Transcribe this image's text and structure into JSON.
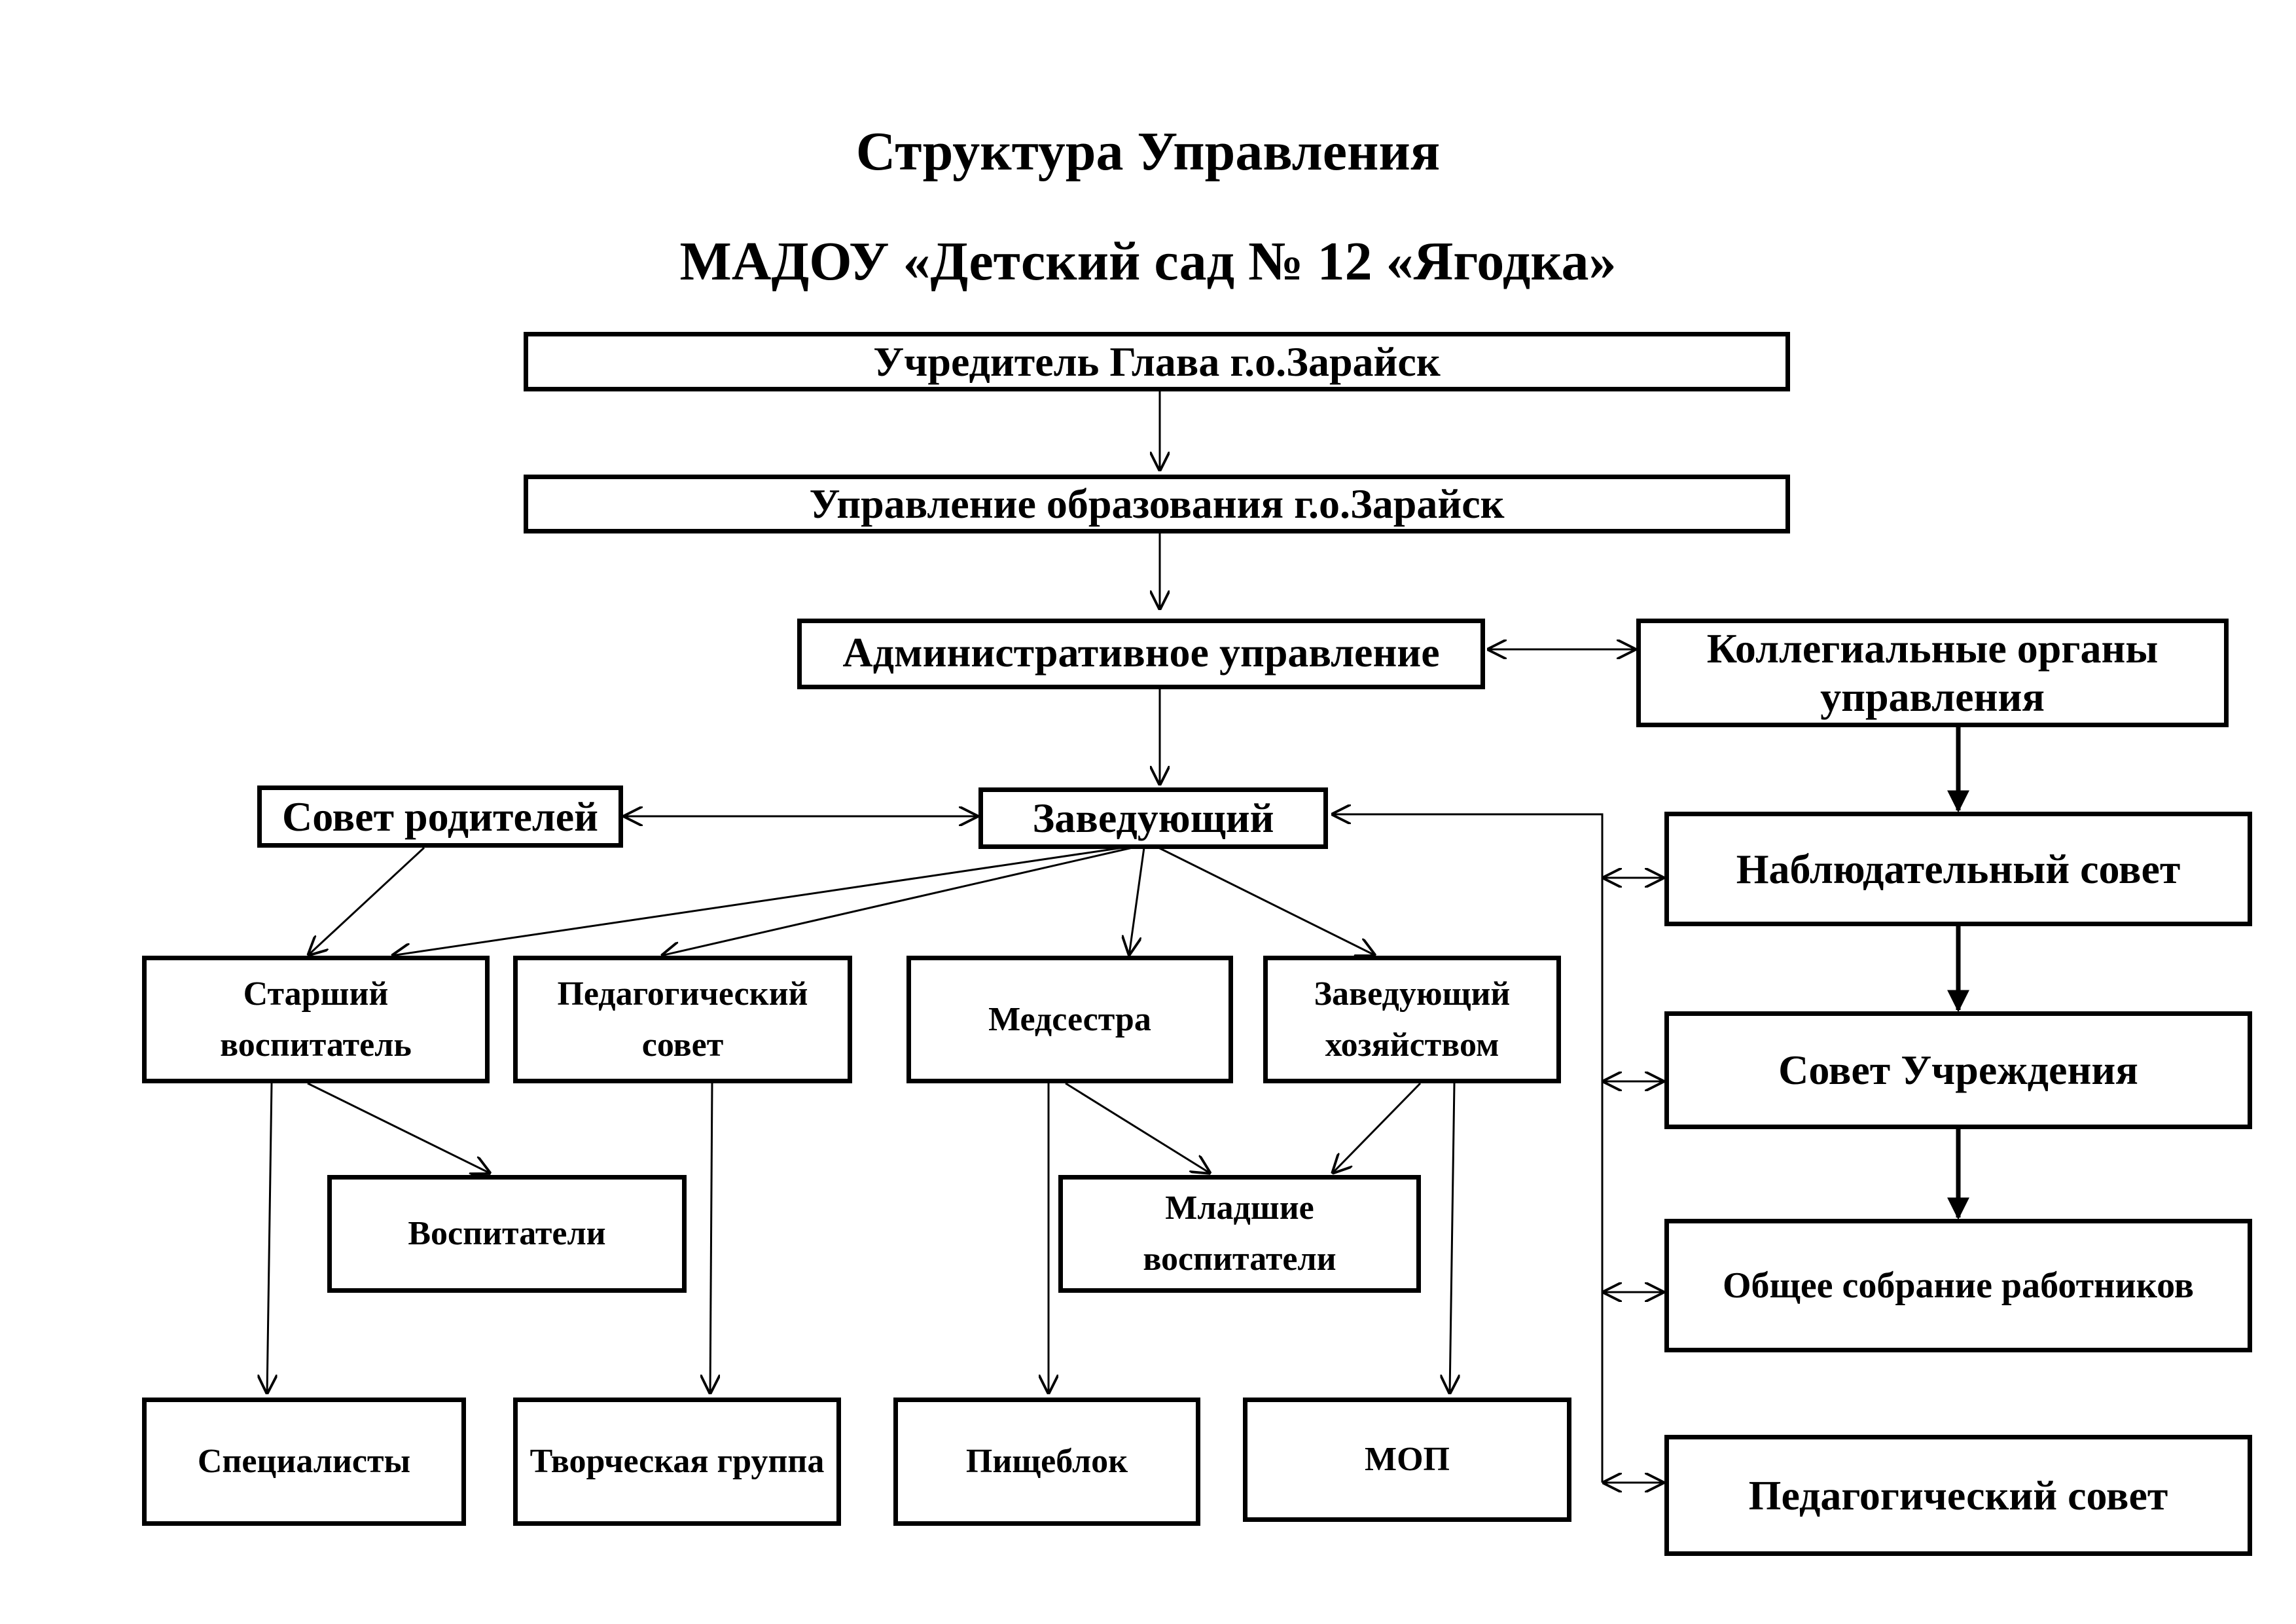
{
  "title": {
    "line1": "Структура Управления",
    "line2": "МАДОУ «Детский сад № 12 «Ягодка»"
  },
  "nodes": {
    "founder": "Учредитель Глава г.о.Зарайск",
    "education_dept": "Управление образования г.о.Зарайск",
    "admin": "Административное управление",
    "collegial": "Коллегиальные органы управления",
    "parents_council": "Совет родителей",
    "head": "Заведующий",
    "senior_teacher": "Старший воспитатель",
    "ped_council": "Педагогический совет",
    "nurse": "Медсестра",
    "supply_manager": "Заведующий хозяйством",
    "teachers": "Воспитатели",
    "junior_teachers": "Младшие воспитатели",
    "specialists": "Специалисты",
    "creative_group": "Творческая группа",
    "kitchen": "Пищеблок",
    "mop": "МОП",
    "supervisory_board": "Наблюдательный совет",
    "institution_council": "Совет Учреждения",
    "general_meeting": "Общее собрание работников",
    "ped_council_right": "Педагогический совет"
  }
}
